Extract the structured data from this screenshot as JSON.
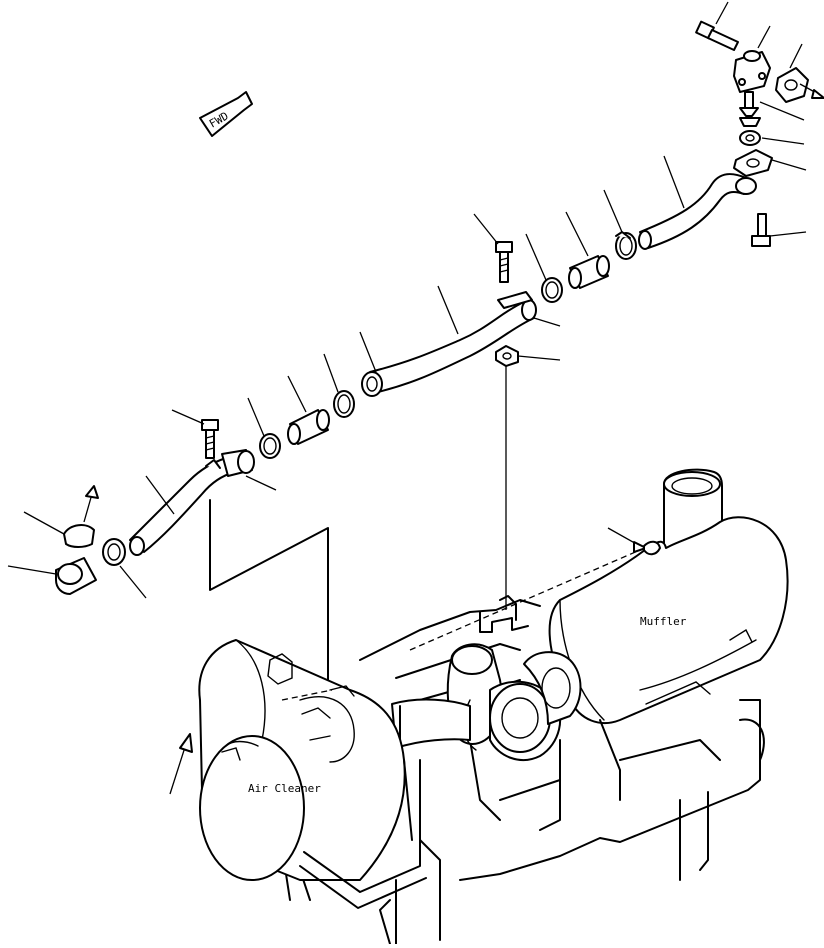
{
  "labels": {
    "muffler": "Muffler",
    "air_cleaner": "Air Cleaner",
    "fwd": "FWD"
  },
  "colors": {
    "line": "#000000",
    "background": "#ffffff"
  }
}
